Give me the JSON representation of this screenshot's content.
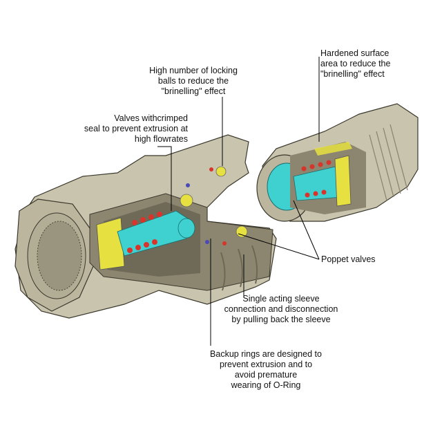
{
  "callouts": {
    "locking_balls": "High number of locking\nballs to reduce the\n\"brinelling\" effect",
    "hardened_surface": "Hardened surface\narea to reduce the\n\"brinelling\" effect",
    "valves": "Valves withcrimped\nseal to prevent extrusion at\nhigh flowrates",
    "poppet": "Poppet valves",
    "sleeve": "Single acting sleeve\nconnection and disconnection\nby pulling back the sleeve",
    "backup_rings": "Backup rings are designed to\nprevent extrusion and to\navoid premature\nwearing of O-Ring"
  },
  "colors": {
    "body": "#c9c4ae",
    "body_dark": "#a59f86",
    "cut": "#8c8670",
    "inner": "#6f6a57",
    "cyan": "#3fd0d0",
    "yellow": "#e6e040",
    "red": "#d8342b",
    "blue": "#4a4ab8",
    "leader": "#000000"
  }
}
